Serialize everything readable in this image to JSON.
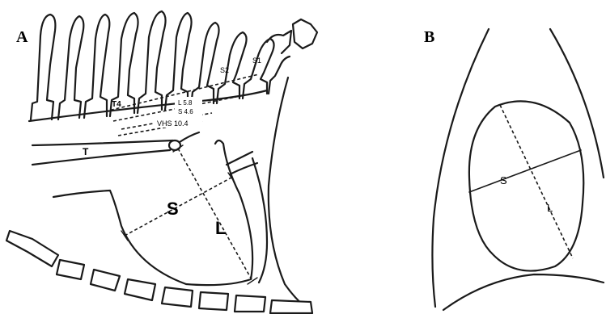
{
  "panels": [
    {
      "letter": "A",
      "labels": {
        "t4": "T4",
        "s1": "S1",
        "s2": "S2",
        "l58": "L 5.8",
        "s46": "S 4.6",
        "vhs": "VHS 10.4",
        "t": "T",
        "s": "S",
        "l": "L"
      }
    },
    {
      "letter": "B",
      "labels": {
        "s": "S",
        "l": "L"
      }
    }
  ]
}
